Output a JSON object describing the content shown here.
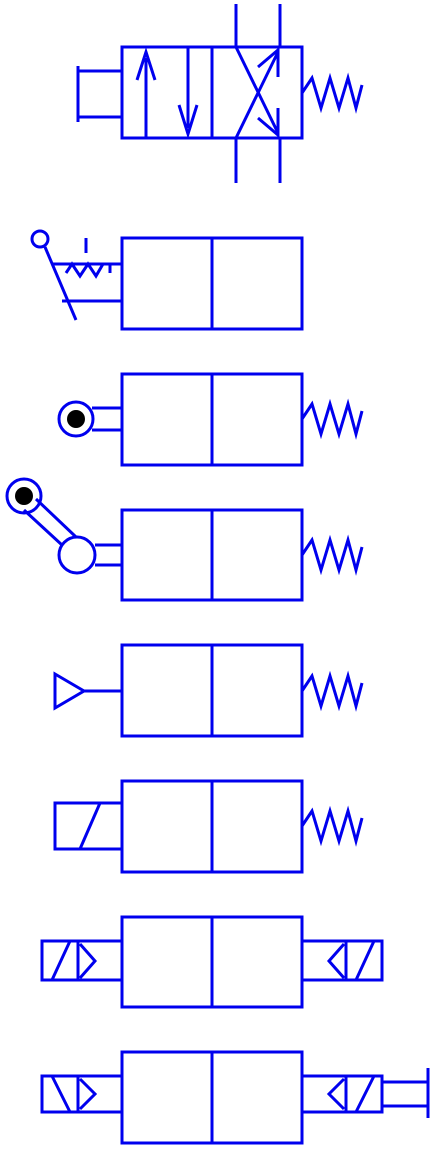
{
  "diagram": {
    "kind": "pneumatic valve actuation symbols",
    "stroke_color": "#0000ee",
    "dot_color": "#000000",
    "background": "#ffffff",
    "symbols": [
      {
        "id": "push-button-valve-with-flow-arrows",
        "actuator": "push-button",
        "return": "spring"
      },
      {
        "id": "pedal-valve",
        "actuator": "foot-pedal-with-detent",
        "return": "none"
      },
      {
        "id": "roller-valve",
        "actuator": "roller",
        "return": "spring"
      },
      {
        "id": "roller-lever-valve",
        "actuator": "roller-lever",
        "return": "spring"
      },
      {
        "id": "pilot-valve",
        "actuator": "pneumatic-pilot",
        "return": "spring"
      },
      {
        "id": "solenoid-valve",
        "actuator": "solenoid",
        "return": "spring"
      },
      {
        "id": "double-solenoid-valve",
        "actuator": "solenoid-pilot",
        "return": "solenoid-pilot"
      },
      {
        "id": "double-solenoid-valve-with-button",
        "actuator": "solenoid-pilot",
        "return": "solenoid-pilot-with-button"
      }
    ]
  }
}
